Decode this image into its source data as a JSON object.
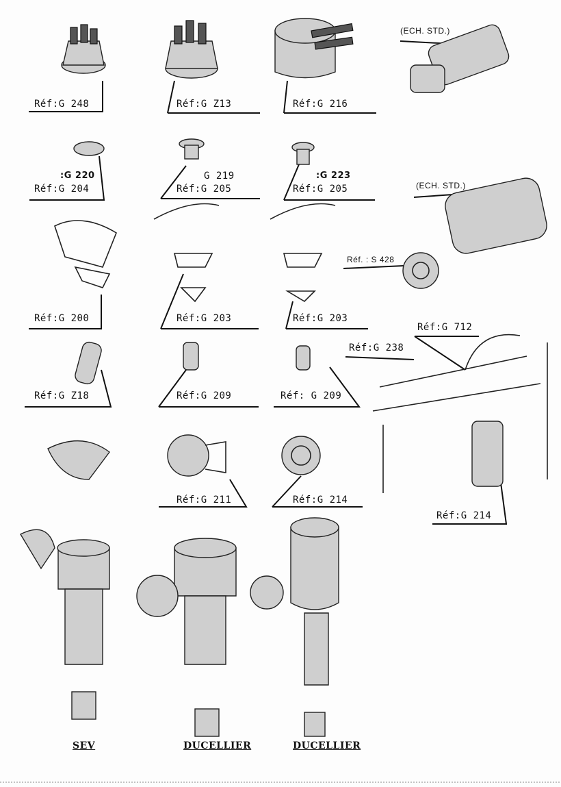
{
  "labels": {
    "g248": "Réf:G 248",
    "z13": "Réf:G Z13",
    "g216": "Réf:G 216",
    "ech_std_1": "(ECH. STD.)",
    "g220": ":G 220",
    "g204": "Réf:G 204",
    "g219": "G 219",
    "g205a": "Réf:G 205",
    "g223": ":G 223",
    "g205b": "Réf:G 205",
    "ech_std_2": "(ECH. STD.)",
    "s428": "Réf. : S 428",
    "g200": "Réf:G 200",
    "g203a": "Réf:G 203",
    "g203b": "Réf:G 203",
    "g712": "Réf:G 712",
    "g238": "Réf:G 238",
    "g218": "Réf:G Z18",
    "g209a": "Réf:G 209",
    "g209b": "Réf: G 209",
    "g211": "Réf:G 211",
    "g214a": "Réf:G 214",
    "g214b": "Réf:G 214"
  },
  "brands": [
    "SEV",
    "DUCELLIER",
    "DUCELLIER"
  ]
}
